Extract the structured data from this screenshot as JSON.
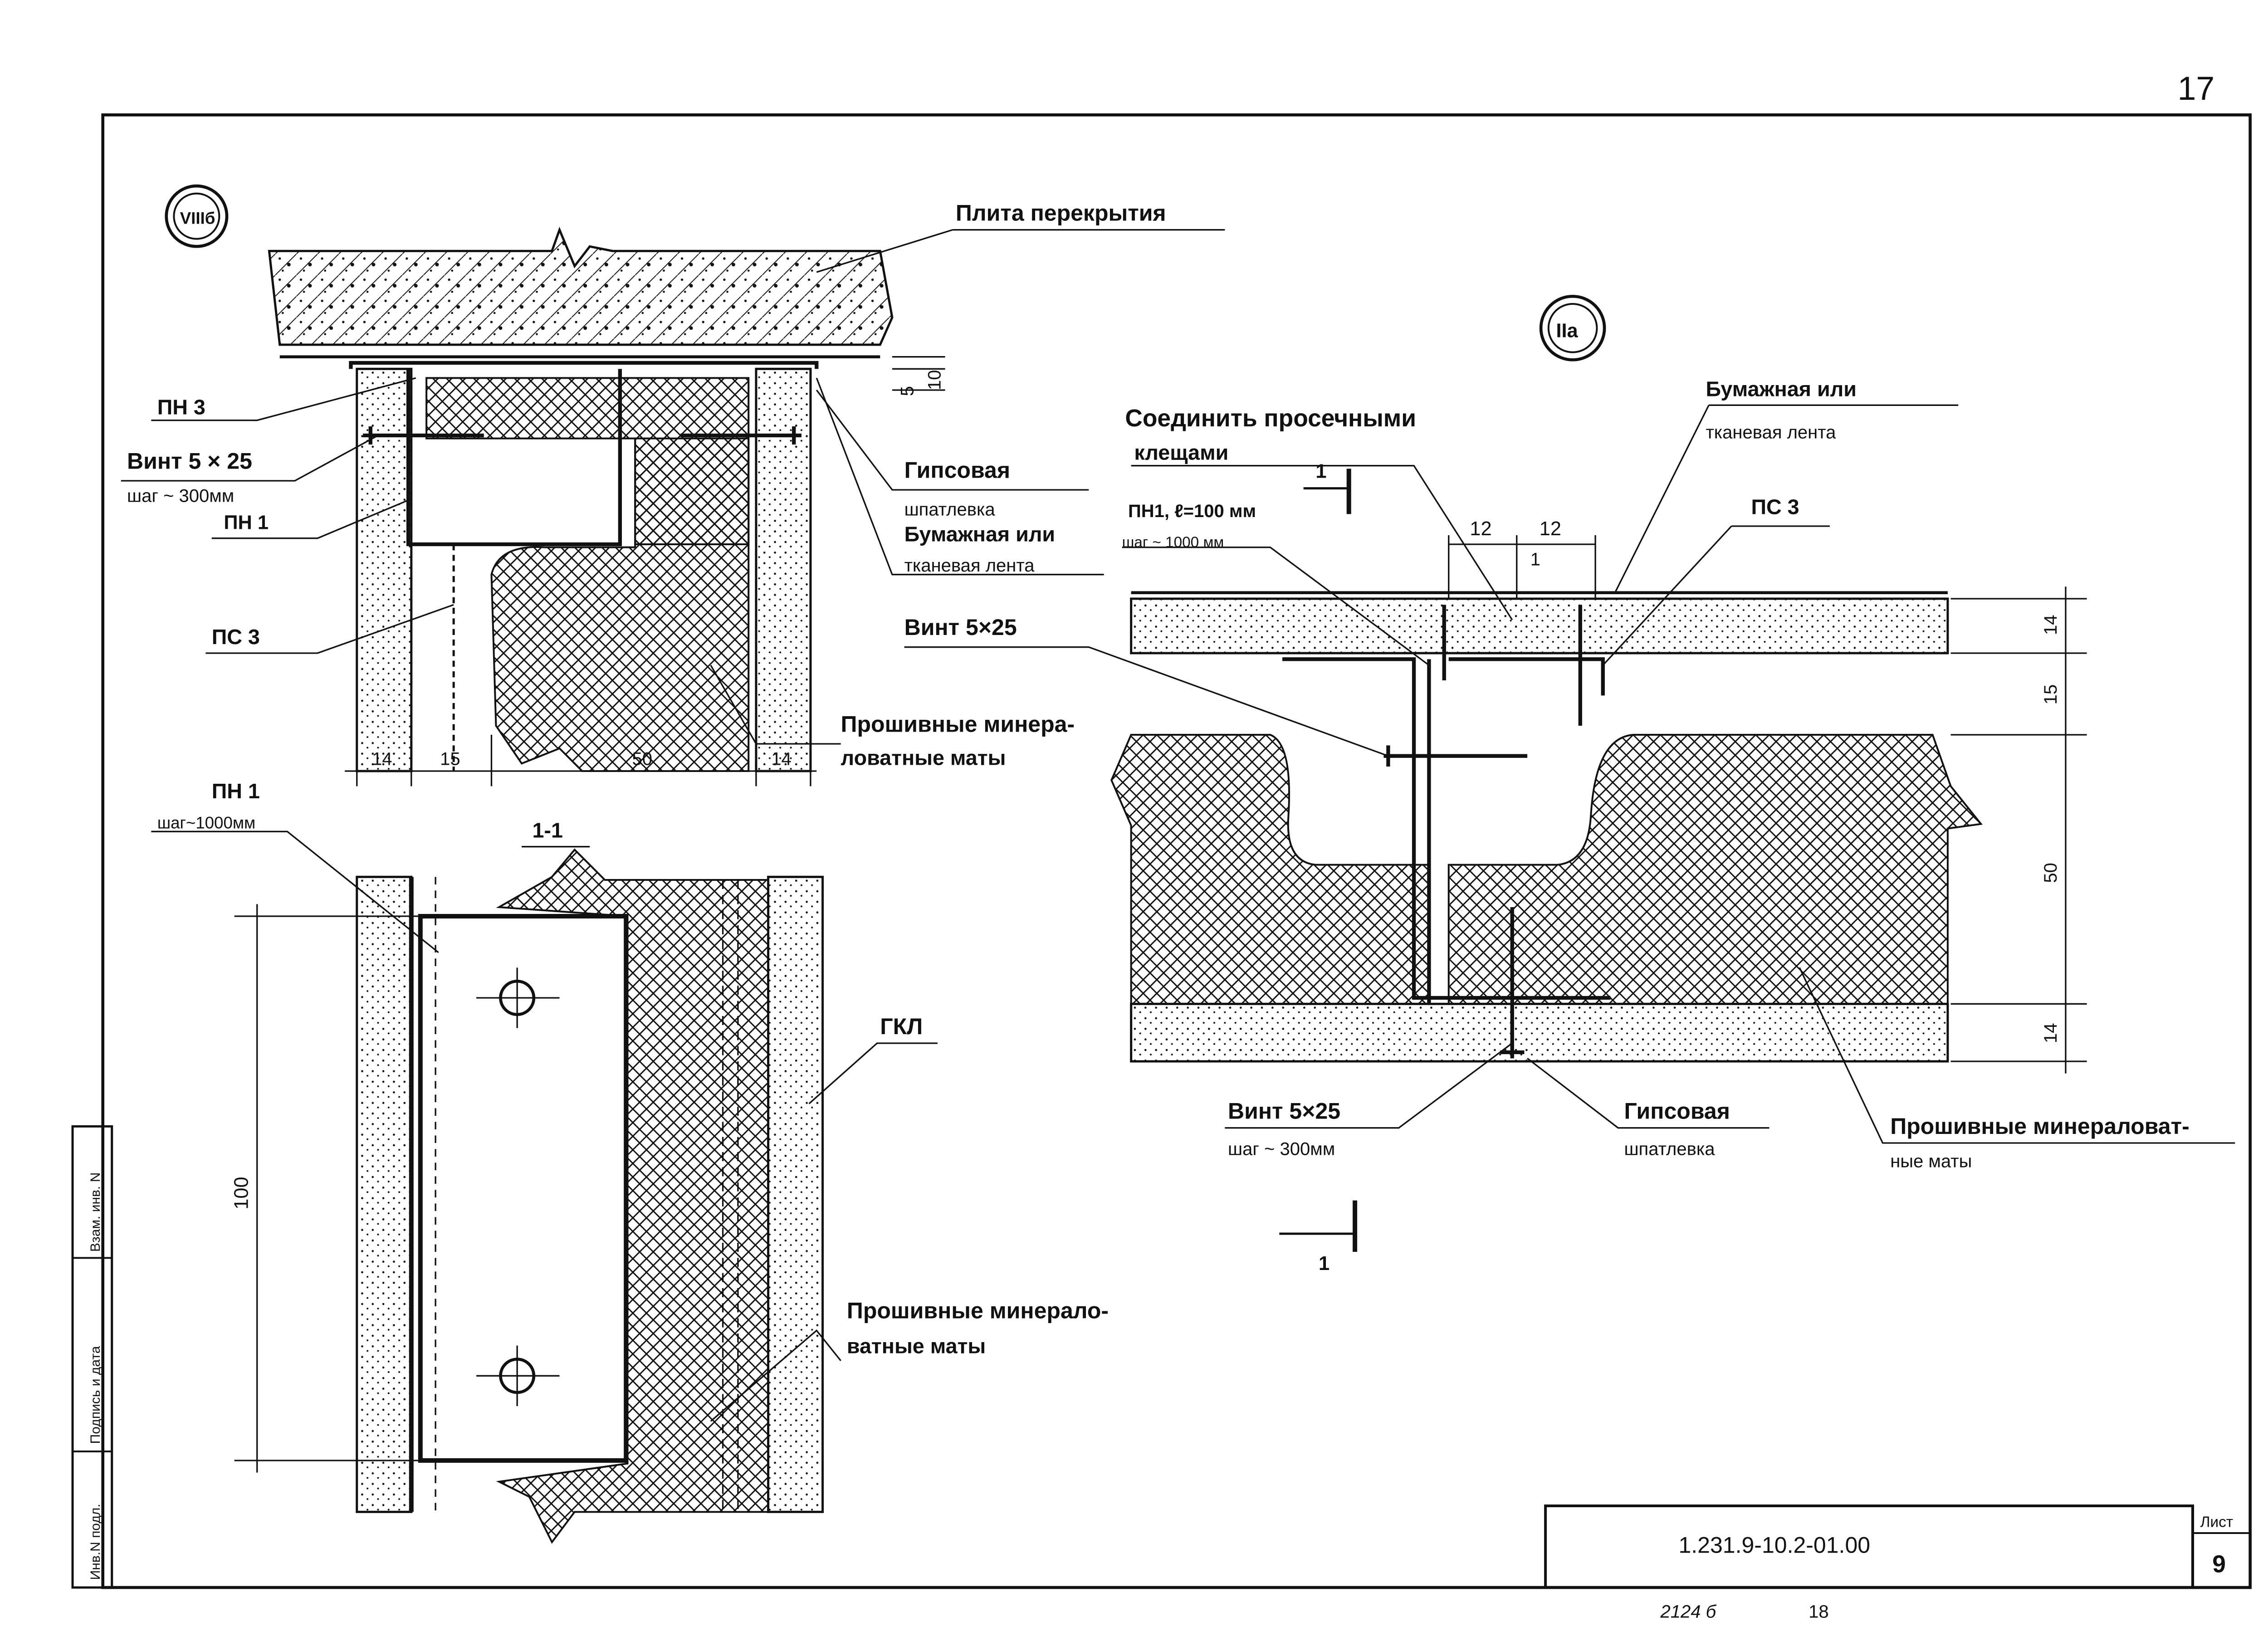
{
  "sheet": {
    "page_number": "17",
    "footer_number": "18",
    "stamp_number": "2124 б",
    "document_code": "1.231.9-10.2-01.00",
    "sheet_label": "Лист",
    "sheet_value": "9"
  },
  "side_stamp": {
    "cell_1": "Инв.N подл.",
    "cell_2": "Подпись и дата",
    "cell_3": "Взам. инв. N"
  },
  "colors": {
    "ink": "#111111",
    "paper": "#ffffff"
  },
  "detail_viii_b": {
    "marker": "VIIIб",
    "label_slab": "Плита перекрытия",
    "label_pn3": "ПН 3",
    "label_screw_1": "Винт 5 × 25",
    "label_screw_2": "шаг ~ 300мм",
    "label_pn1": "ПН 1",
    "label_ps3": "ПС 3",
    "label_gyps_1": "Гипсовая",
    "label_gyps_2": "шпатлевка",
    "label_tape_1": "Бумажная или",
    "label_tape_2": "тканевая лента",
    "label_mats_1": "Прошивные минера-",
    "label_mats_2": "ловатные маты",
    "dim_5": "5",
    "dim_10": "10",
    "dim_bottom": [
      "14",
      "15",
      "50",
      "14"
    ]
  },
  "detail_section": {
    "label_pn1_1": "ПН 1",
    "label_pn1_2": "шаг~1000мм",
    "section_mark": "1-1",
    "label_gkl": "ГКЛ",
    "dim_100": "100",
    "label_mats_1": "Прошивные минерало-",
    "label_mats_2": "ватные маты"
  },
  "detail_ii_a": {
    "marker": "IIа",
    "label_join_1": "Соединить просечными",
    "label_join_2": "клещами",
    "label_tape_1": "Бумажная или",
    "label_tape_2": "тканевая лента",
    "label_pn1_1": "ПН1, ℓ=100 мм",
    "label_pn1_2": "шаг ~ 1000 мм",
    "label_ps3": "ПС 3",
    "label_screw_top": "Винт 5×25",
    "label_screw_1": "Винт 5×25",
    "label_screw_2": "шаг ~ 300мм",
    "label_gyps_1": "Гипсовая",
    "label_gyps_2": "шпатлевка",
    "label_mats_1": "Прошивные минераловат-",
    "label_mats_2": "ные маты",
    "section_cut": "1",
    "dim_top": [
      "12",
      "12"
    ],
    "dim_1": "1",
    "dim_right": [
      "14",
      "15",
      "50",
      "14"
    ]
  }
}
